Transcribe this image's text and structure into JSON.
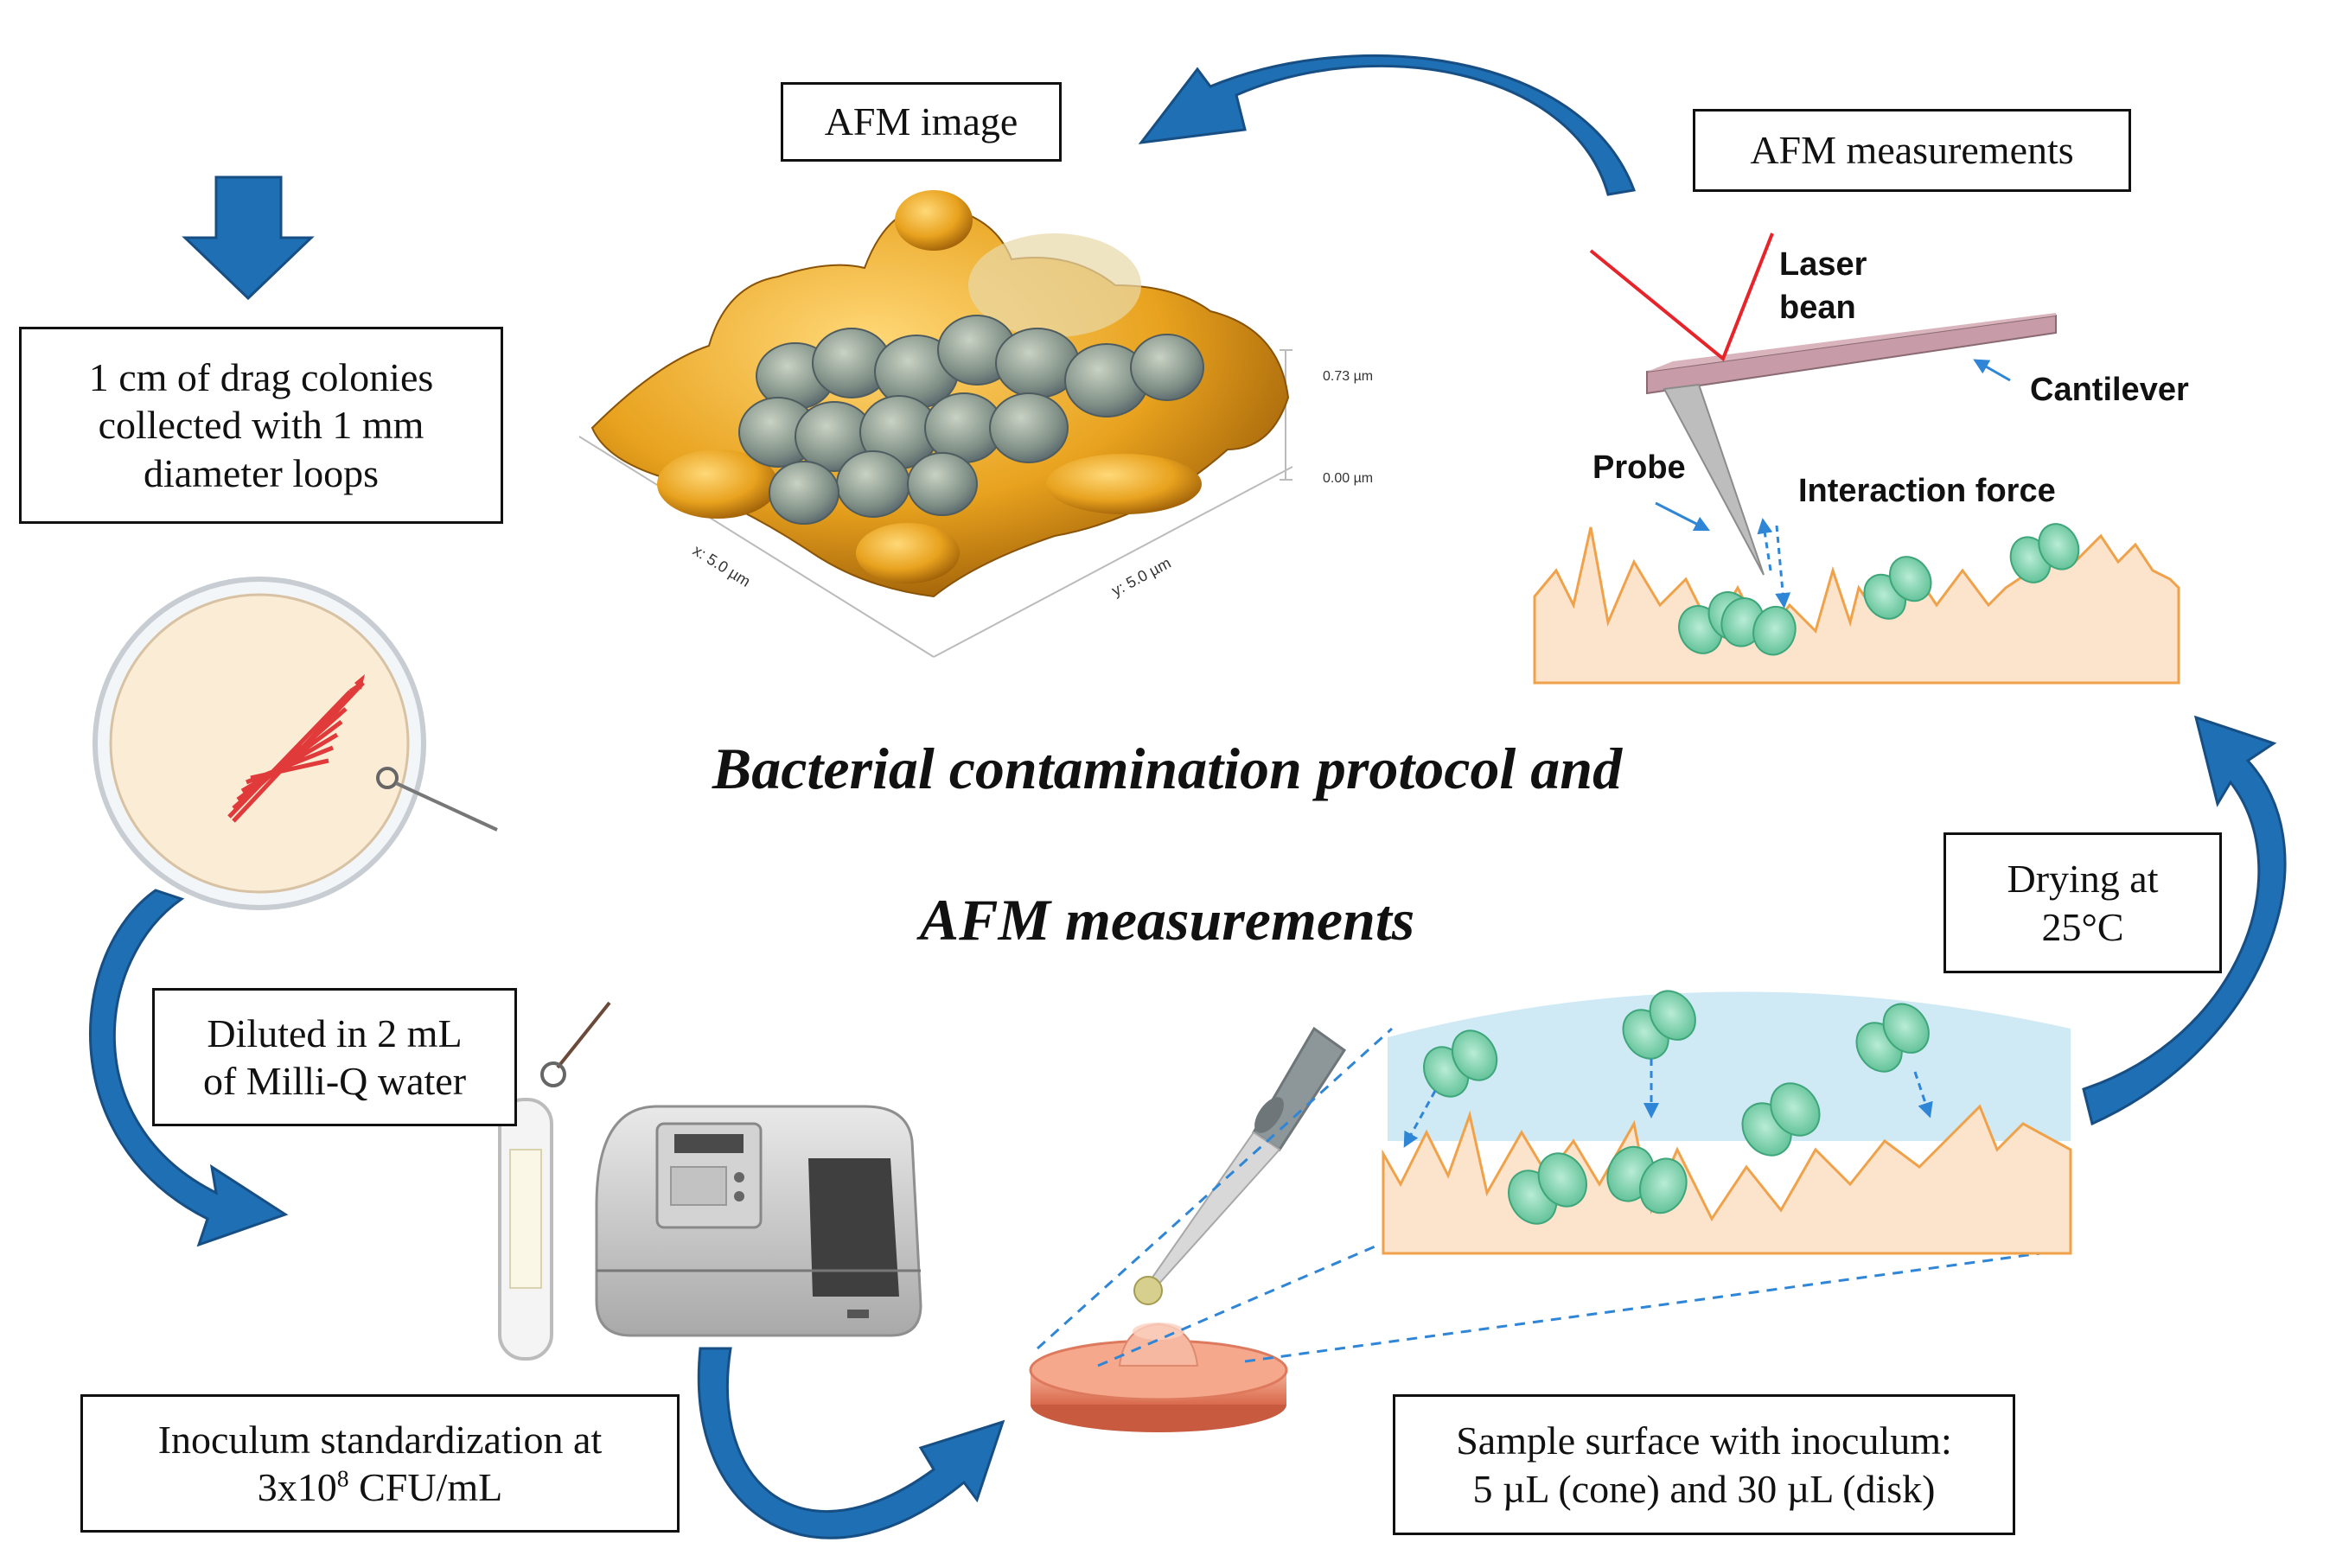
{
  "title": {
    "line1": "Bacterial contamination protocol and",
    "line2": "AFM measurements"
  },
  "boxes": {
    "afm_image": "AFM image",
    "afm_measurements": "AFM measurements",
    "colonies": [
      "1 cm of drag colonies",
      "collected with 1 mm",
      "diameter loops"
    ],
    "diluted": [
      "Diluted in 2 mL",
      "of Milli-Q water"
    ],
    "inoculum": {
      "line1": "Inoculum standardization at",
      "line2_pre": "3x10",
      "line2_sup": "8",
      "line2_post": " CFU/mL"
    },
    "sample": [
      "Sample surface with inoculum:",
      "5 µL (cone) and 30 µL (disk)"
    ],
    "drying": [
      "Drying at",
      "25°C"
    ]
  },
  "afm_labels": {
    "laser_line1": "Laser",
    "laser_line2": "bean",
    "cantilever": "Cantilever",
    "probe": "Probe",
    "interaction": "Interaction force"
  },
  "afm_axes": {
    "z_top": "0.73 µm",
    "z_bottom": "0.00 µm",
    "x_label": "x: 5.0 µm",
    "y_label": "y: 5.0 µm"
  },
  "colors": {
    "arrow_blue": "#1f6fb4",
    "laser_red": "#e8242b",
    "surface_orange": "#fbe3cc",
    "surface_line": "#f0a24a",
    "bacteria_green": "#7fd3ad",
    "droplet_blue": "#cfe9f5",
    "disk_salmon": "#f0957a"
  },
  "icons": [
    "petri-dish-icon",
    "test-tube-icon",
    "spectrophotometer-icon",
    "pipette-icon",
    "sample-disk-icon"
  ]
}
